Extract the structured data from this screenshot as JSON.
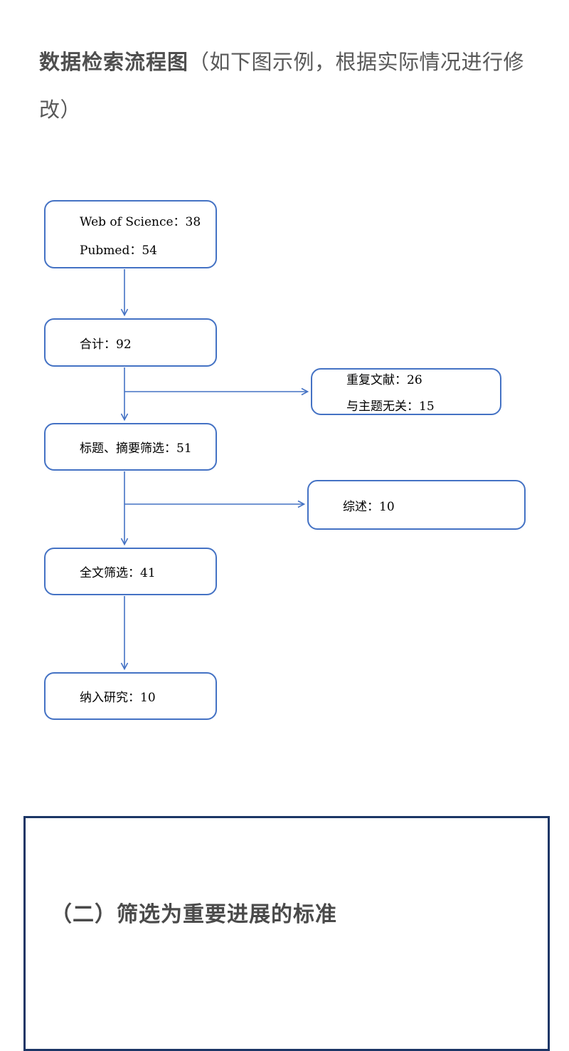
{
  "page": {
    "title_bold": "数据检索流程图",
    "title_rest": "（如下图示例，根据实际情况进行修改）"
  },
  "flowchart": {
    "accent_color": "#4472C4",
    "boxes": {
      "sources": {
        "lines": [
          "Web of Science：38",
          "Pubmed：54"
        ]
      },
      "total": {
        "label": "合计：92"
      },
      "excluded1": {
        "lines": [
          "重复文献：26",
          "与主题无关：15"
        ]
      },
      "screen": {
        "label": "标题、摘要筛选：51"
      },
      "excluded2": {
        "label": "综述：10"
      },
      "fulltext": {
        "label": "全文筛选：41"
      },
      "included": {
        "label": "纳入研究：10"
      }
    }
  },
  "section": {
    "border_color": "#1C3666",
    "heading": "（二）筛选为重要进展的标准"
  }
}
